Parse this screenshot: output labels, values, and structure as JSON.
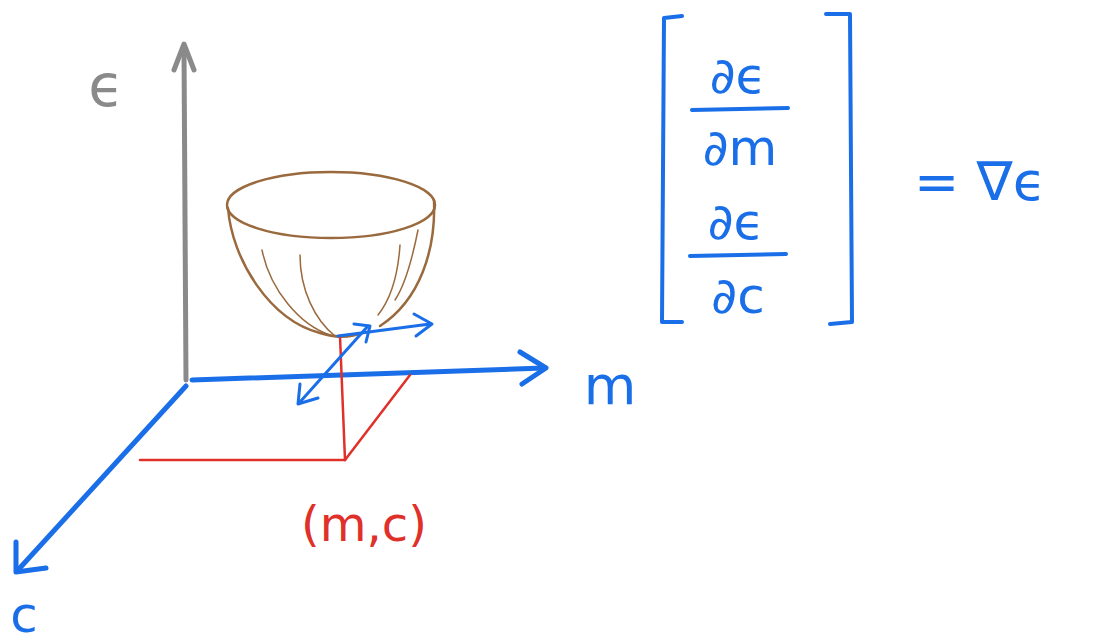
{
  "diagram": {
    "labels": [
      "ϵ",
      "m",
      "c",
      "(m,c)",
      "∂ϵ",
      "∂m",
      "∂ϵ",
      "∂c",
      "= ∇ϵ"
    ]
  }
}
